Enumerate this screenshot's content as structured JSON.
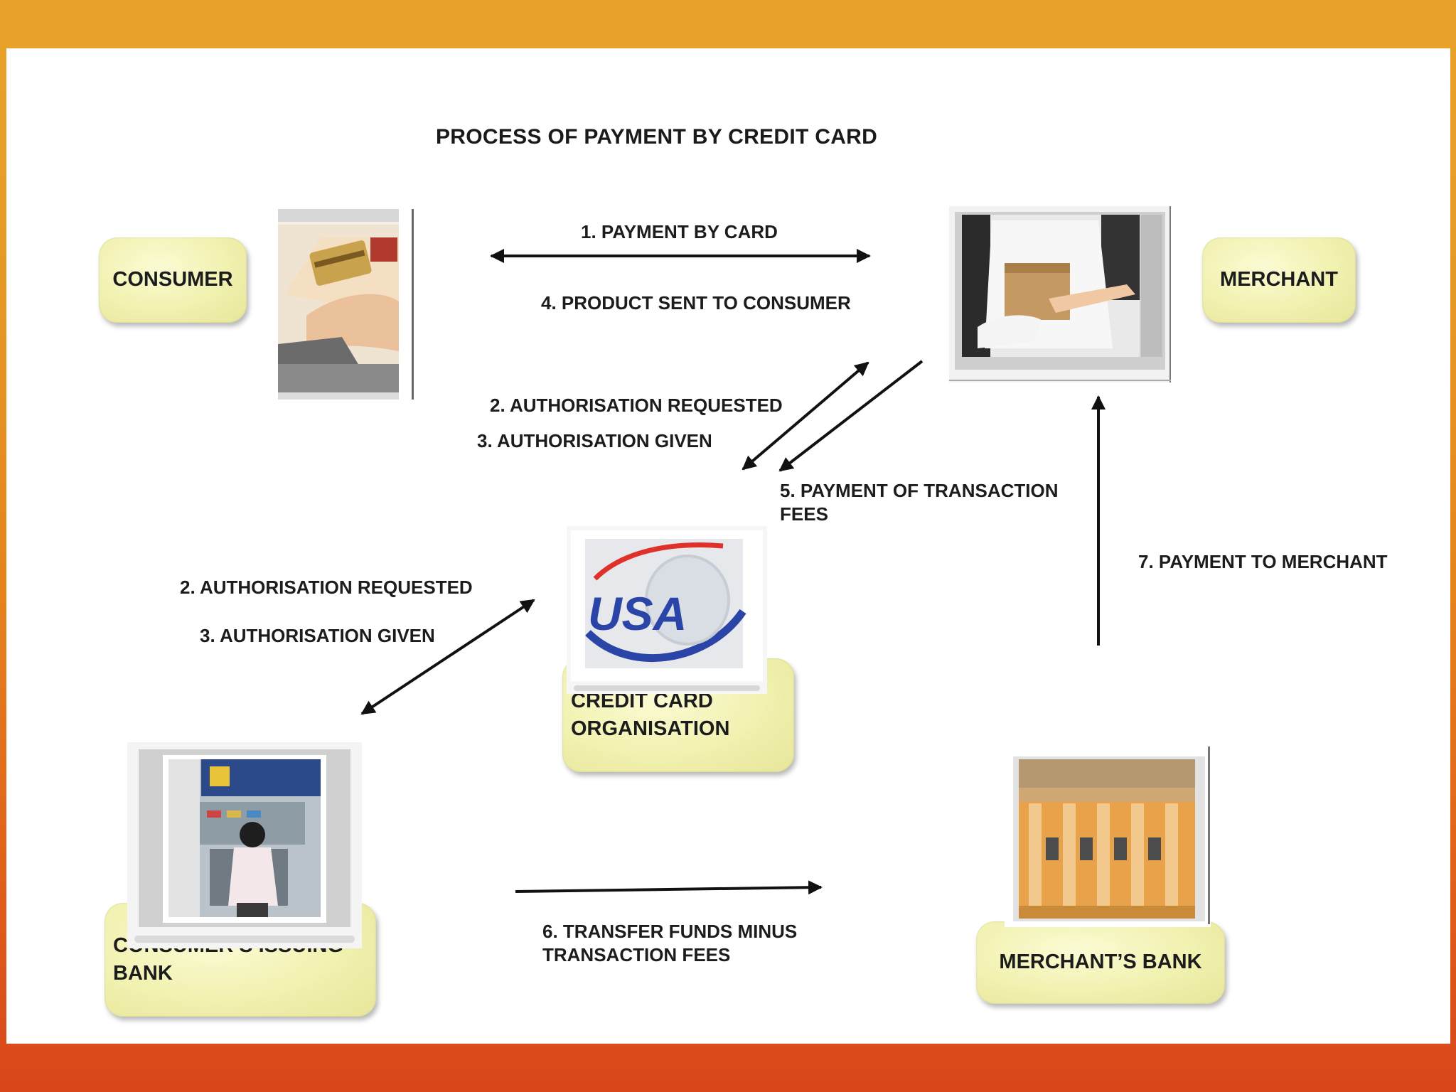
{
  "title": "PROCESS OF PAYMENT BY CREDIT CARD",
  "nodes": {
    "consumer": "CONSUMER",
    "merchant": "MERCHANT",
    "credit_card_org_line1": "CREDIT CARD",
    "credit_card_org_line2": "ORGANISATION",
    "issuing_bank_line1": "CONSUMER’S ISSUING",
    "issuing_bank_line2": "BANK",
    "merchants_bank": "MERCHANT’S BANK"
  },
  "labels": {
    "payment_by_card": "1. PAYMENT BY CARD",
    "product_sent": "4. PRODUCT SENT TO CONSUMER",
    "auth_requested_top": "2. AUTHORISATION REQUESTED",
    "auth_given_top": "3. AUTHORISATION GIVEN",
    "transaction_fees_line1": "5. PAYMENT OF TRANSACTION",
    "transaction_fees_line2": "FEES",
    "payment_to_merchant": "7. PAYMENT TO MERCHANT",
    "auth_requested_left": "2. AUTHORISATION REQUESTED",
    "auth_given_left": "3. AUTHORISATION GIVEN",
    "transfer_funds_line1": "6. TRANSFER FUNDS MINUS",
    "transfer_funds_line2": "TRANSACTION FEES"
  },
  "logo_text": "USA",
  "colors": {
    "node_fill": "#f1f1b0",
    "background_orange": "#e69a26",
    "background_red": "#d8461a",
    "arrow": "#111111"
  }
}
